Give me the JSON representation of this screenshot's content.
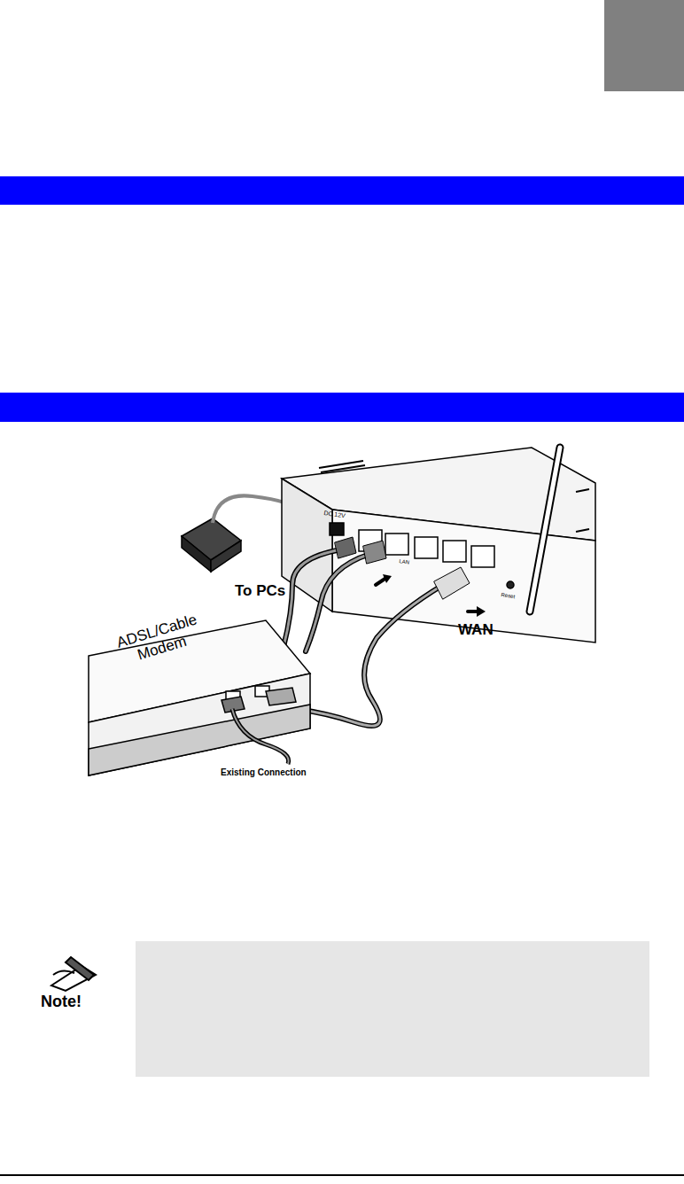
{
  "diagram": {
    "labels": [
      "To PCs",
      "WAN",
      "ADSL/Cable Modem",
      "Existing Connection",
      "DC 12V",
      "LAN",
      "Reset",
      "Note!"
    ]
  }
}
